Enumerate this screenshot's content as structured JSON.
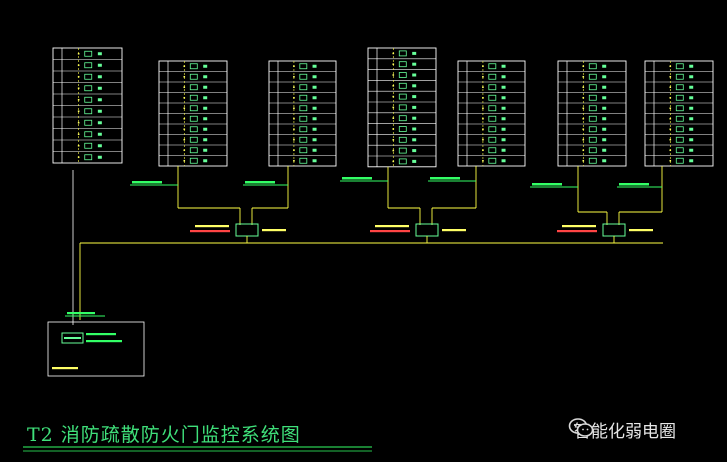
{
  "drawing": {
    "title": "T2 消防疏散防火门监控系统图",
    "watermark": "智能化弱电圈"
  },
  "colors": {
    "background": "#000000",
    "frame": "#ffffff",
    "bus": "#ffff44",
    "label": "#33ff66",
    "module": "#66ff99",
    "tag": "#ffff66"
  },
  "risers": [
    {
      "rows": 10,
      "dots": true
    },
    {
      "rows": 10,
      "dots": true
    },
    {
      "rows": 10,
      "dots": true
    },
    {
      "rows": 11,
      "dots": true
    },
    {
      "rows": 10,
      "dots": true
    },
    {
      "rows": 10,
      "dots": true
    },
    {
      "rows": 10,
      "dots": true
    }
  ],
  "junctions": [
    {
      "label": "LL-6"
    },
    {
      "label": "LL-6"
    },
    {
      "label": "LL-6"
    }
  ]
}
